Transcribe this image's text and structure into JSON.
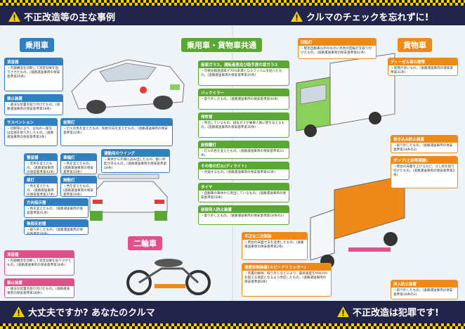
{
  "top_left_heading": "不正改造等の主な事例",
  "top_right_heading": "クルマのチェックを忘れずに!",
  "bottom_left_heading": "大丈夫ですか? あなたのクルマ",
  "bottom_right_heading": "不正改造は犯罪です!",
  "section_car": "乗用車",
  "section_common": "乗用車・貨物車共通",
  "section_truck": "貨物車",
  "section_bike": "二輪車",
  "boxes": {
    "muffler": {
      "title": "消音器",
      "body": "・内部構造を切断して消音効果を低下させたもの。(道路運送車両の保安基準第30条)"
    },
    "wheel": {
      "title": "禁止装置",
      "body": "・違法な装置を取り付けたもの。(道路運送車両の保安基準第18条)"
    },
    "suspension": {
      "title": "サスペンション",
      "body": "・切断等により、ばねの一部又は全部を取り外したもの。(道路運送車両の保安基準第3条)"
    },
    "headlight": {
      "title": "前照灯",
      "body": "・灯火の色を変えたもの、照射方向を変えたもの。(道路運送車両の保安基準第32条)"
    },
    "wing": {
      "title": "運動用のウイング",
      "body": "・車体から外側にはみ出したもの、鋭い突起があるもの。(道路運送車両の保安基準第18条)"
    },
    "horn": {
      "title": "警音器",
      "body": "・音色を変えたもの。(道路運送車両の保安基準第43条)"
    },
    "width": {
      "title": "車幅灯",
      "body": "・色を変えたもの。(道路運送車両の保安基準第34条)"
    },
    "tail": {
      "title": "尾灯",
      "body": "・色を変えたもの。(道路運送車両の保安基準第37条)"
    },
    "brake": {
      "title": "制動灯",
      "body": "・色を変えたもの。(道路運送車両の保安基準第39条)"
    },
    "indicator": {
      "title": "方向指示器",
      "body": "・色を変えたもの。(道路運送車両の保安基準第41条)"
    },
    "reflector": {
      "title": "後部反射器",
      "body": "・取り外したもの。(道路運送車両の保安基準第38条)"
    },
    "glass": {
      "title": "前面ガラス、運転者席及び助手席の窓ガラス",
      "body": "・可視光線透過率が70%未満となるフィルムを貼ったもの。(道路運送車両の保安基準第29条)"
    },
    "mirror": {
      "title": "バックミラー",
      "body": "・取り外したもの。(道路運送車両の保安基準第44条)"
    },
    "exhaust": {
      "title": "排気管",
      "body": "・突出しているもの、排気ガスが乗車人員に害を与えるもの。(道路運送車両の保安基準第30条)"
    },
    "fog": {
      "title": "前部霧灯",
      "body": "・灯火の色を変えたもの。(道路運送車両の保安基準第33条)"
    },
    "other_light": {
      "title": "その他の灯火(ディライト)",
      "body": "・点滅するもの。(道路運送車両の保安基準第42条)"
    },
    "tire": {
      "title": "タイヤ",
      "body": "・自動車の車体から突出しているもの。(道路運送車両の保安基準第18条)"
    },
    "underrun": {
      "title": "前部突入防止装置",
      "body": "・取り外したもの。(道路運送車両の保安基準第18条の2)"
    },
    "truck_light": {
      "title": "回転灯",
      "body": "・緊急自動車以外のものに赤色の回転灯を取り付けたもの。(道路運送車両の保安基準第42条)"
    },
    "dieselfilter": {
      "title": "ディーゼル車の煙等",
      "body": "・黒煙が多いもの。(道路運送車両の保安基準第31条)"
    },
    "sidebar": {
      "title": "巻き込み防止装置",
      "body": "・取り外したもの。(道路運送車両の保安基準第18条の2)"
    },
    "dump": {
      "title": "ダンプ(土砂等運搬)",
      "body": "・荷台の床面を上げるなど、さし枠を取り付けたもの。(道路運送車両の保安基準第2条)"
    },
    "loadbed": {
      "title": "不正な二次架装",
      "body": "・荷台の床面寸法を変更したもの。(道路運送車両の保安基準第2条)"
    },
    "speed": {
      "title": "速度抑制装置(スピードリミッター)",
      "body": "・装置の解除、取り外しなどにより、最高速度を90km/hを超える速度となるよう改造したもの。(道路運送車両の保安基準第8条)"
    },
    "rearunder": {
      "title": "突入防止装置",
      "body": "・取り外したもの。(道路運送車両の保安基準第18条の2)"
    },
    "bike_muffler": {
      "title": "消音器",
      "body": "・内部構造を切断して消音効果を低下させたもの。(道路運送車両の保安基準第30条)"
    },
    "bike_ban": {
      "title": "禁止装置",
      "body": "・違法な装置を取り付けたもの。(道路運送車両の保安基準第18条)"
    }
  },
  "colors": {
    "navy": "#23244a",
    "yellow": "#f4d000",
    "blue": "#2f7fc1",
    "green": "#5aa832",
    "orange": "#ef8a1a",
    "pink": "#e0508a"
  }
}
